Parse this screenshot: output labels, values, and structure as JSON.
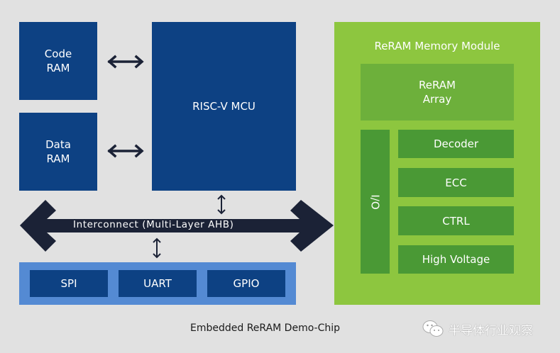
{
  "colors": {
    "background": "#e1e1e1",
    "navy_block": "#0d4183",
    "peripheral_group": "#548ad3",
    "bus_arrow": "#1b2236",
    "reram_module": "#8dc63f",
    "reram_array": "#6db03b",
    "reram_subblock": "#4a9935"
  },
  "blocks": {
    "code_ram": "Code\nRAM",
    "data_ram": "Data\nRAM",
    "mcu": "RISC-V MCU"
  },
  "bus": {
    "label": "Interconnect (Multi-Layer AHB)"
  },
  "peripherals": [
    "SPI",
    "UART",
    "GPIO"
  ],
  "reram_module": {
    "title": "ReRAM Memory Module",
    "array": "ReRAM\nArray",
    "io": "I/O",
    "subblocks": [
      "Decoder",
      "ECC",
      "CTRL",
      "High Voltage"
    ]
  },
  "connectors": [
    {
      "from": "Code RAM",
      "to": "RISC-V MCU",
      "type": "bidirectional"
    },
    {
      "from": "Data RAM",
      "to": "RISC-V MCU",
      "type": "bidirectional"
    },
    {
      "from": "RISC-V MCU",
      "to": "Interconnect",
      "type": "bidirectional"
    },
    {
      "from": "Interconnect",
      "to": "Peripherals",
      "type": "bidirectional"
    },
    {
      "from": "Interconnect",
      "to": "ReRAM Memory Module",
      "type": "bidirectional"
    }
  ],
  "caption": "Embedded ReRAM Demo-Chip",
  "watermark": {
    "icon": "wechat-icon",
    "text": "半导体行业观察"
  }
}
